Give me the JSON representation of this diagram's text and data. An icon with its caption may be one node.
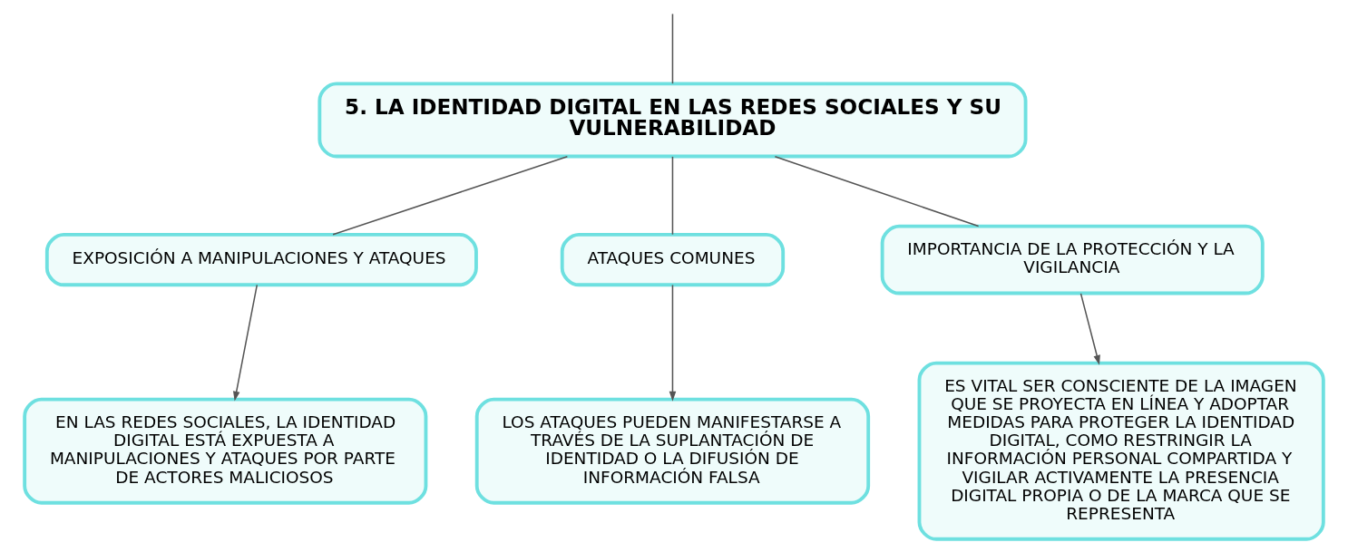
{
  "diagram": {
    "nodes": [
      {
        "text": [
          "5. LA IDENTIDAD DIGITAL EN LAS REDES SOCIALES Y SU VULNERABILIDAD"
        ]
      },
      {
        "text": [
          "EXPOSICIÓN A MANIPULACIONES Y ATAQUES"
        ]
      },
      {
        "text": [
          "ATAQUES COMUNES"
        ]
      },
      {
        "text": [
          "IMPORTANCIA DE LA PROTECCIÓN Y LA VIGILANCIA"
        ]
      },
      {
        "text": [
          "EN LAS REDES SOCIALES, LA IDENTIDAD DIGITAL ESTÁ EXPUESTA A MANIPULACIONES Y ATAQUES POR PARTE DE ACTORES MALICIOSOS"
        ]
      },
      {
        "text": [
          "LOS ATAQUES PUEDEN MANIFESTARSE A TRAVÉS DE LA SUPLANTACIÓN DE IDENTIDAD O LA DIFUSIÓN DE INFORMACIÓN FALSA"
        ]
      },
      {
        "text": [
          "ES VITAL SER CONSCIENTE DE LA IMAGEN QUE SE PROYECTA EN LÍNEA Y ADOPTAR MEDIDAS PARA PROTEGER LA IDENTIDAD DIGITAL, COMO RESTRINGIR LA INFORMACIÓN PERSONAL COMPARTIDA Y VIGILAR ACTIVAMENTE LA PRESENCIA DIGITAL PROPIA O DE LA MARCA QUE SE REPRESENTA"
        ]
      }
    ],
    "edges": [
      {
        "from": null,
        "to": 0,
        "arrow": "none"
      },
      {
        "from": 0,
        "to": 1,
        "arrow": "none"
      },
      {
        "from": 0,
        "to": 2,
        "arrow": "none"
      },
      {
        "from": 0,
        "to": 3,
        "arrow": "none"
      },
      {
        "from": 1,
        "to": 4,
        "arrow": "to"
      },
      {
        "from": 2,
        "to": 5,
        "arrow": "to"
      },
      {
        "from": 3,
        "to": 6,
        "arrow": "to"
      }
    ]
  }
}
